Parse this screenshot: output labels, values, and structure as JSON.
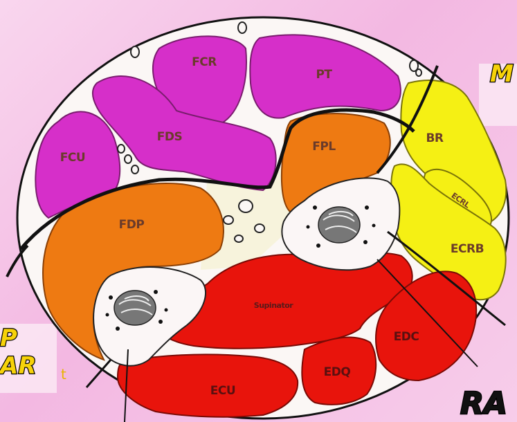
{
  "muscles": {
    "fcr": "FCR",
    "pt": "PT",
    "fds": "FDS",
    "fcu": "FCU",
    "fpl": "FPL",
    "fdp": "FDP",
    "br": "BR",
    "ecrl": "ECRL",
    "ecrb": "ECRB",
    "supinator": "Supinator",
    "edc": "EDC",
    "edq": "EDQ",
    "ecu": "ECU"
  },
  "callouts": {
    "median_fragment": "M",
    "radius_fragment": "RA",
    "left_line1": "P",
    "left_line2": "AR",
    "left_small": "t"
  },
  "colors": {
    "flexor_superficial": "#d62fc9",
    "flexor_deep": "#ee7a12",
    "mobile_wad": "#f5f014",
    "extensor": "#e8140c",
    "bone_region": "#fbf6f6",
    "interosseous": "#f7f3dc",
    "callout_yellow": "#f7d20a"
  }
}
